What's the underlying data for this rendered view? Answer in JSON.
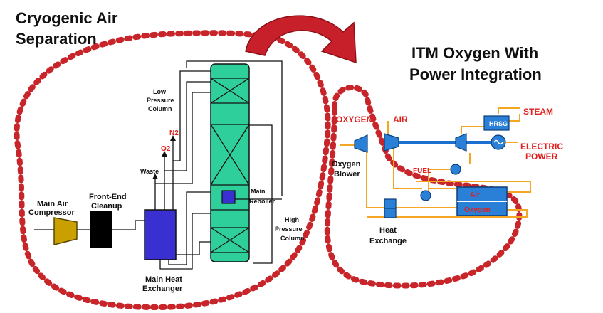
{
  "titles": {
    "left_line1": "Cryogenic Air",
    "left_line2": "Separation",
    "right_line1": "ITM Oxygen With",
    "right_line2": "Power Integration"
  },
  "left_labels": {
    "low_pressure_1": "Low",
    "low_pressure_2": "Pressure",
    "low_pressure_3": "Column",
    "n2": "N2",
    "o2": "O2",
    "waste": "Waste",
    "front_end_1": "Front-End",
    "front_end_2": "Cleanup",
    "main_air_1": "Main Air",
    "main_air_2": "Compressor",
    "main_reboiler_1": "Main",
    "main_reboiler_2": "Reboiler",
    "high_pressure_1": "High",
    "high_pressure_2": "Pressure",
    "high_pressure_3": "Column",
    "main_heat_1": "Main Heat",
    "main_heat_2": "Exchanger"
  },
  "right_labels": {
    "oxygen": "OXYGEN",
    "air": "AIR",
    "steam": "STEAM",
    "hrsg": "HRSG",
    "electric_1": "ELECTRIC",
    "electric_2": "POWER",
    "fuel": "FUEL",
    "oxygen_blower_1": "Oxygen",
    "oxygen_blower_2": "Blower",
    "itm_air": "Air",
    "itm_oxygen": "Oxygen",
    "heat_exchange_1": "Heat",
    "heat_exchange_2": "Exchange"
  },
  "colors": {
    "dotted_outline": "#c8252a",
    "arrow": "#c8202a",
    "column": "#2ecf9a",
    "heat_exchanger": "#3a2fd0",
    "compressor": "#c9a000",
    "cleanup": "#000000",
    "itm_flow": "#f5a623",
    "shaft": "#1a6fd1",
    "turbo_equipment": "#2a7fd6",
    "label_red": "#e0201c"
  },
  "icons": [
    "curved-transition-arrow",
    "compressor-icon",
    "turbine-icon",
    "generator-icon",
    "pump-icon"
  ]
}
